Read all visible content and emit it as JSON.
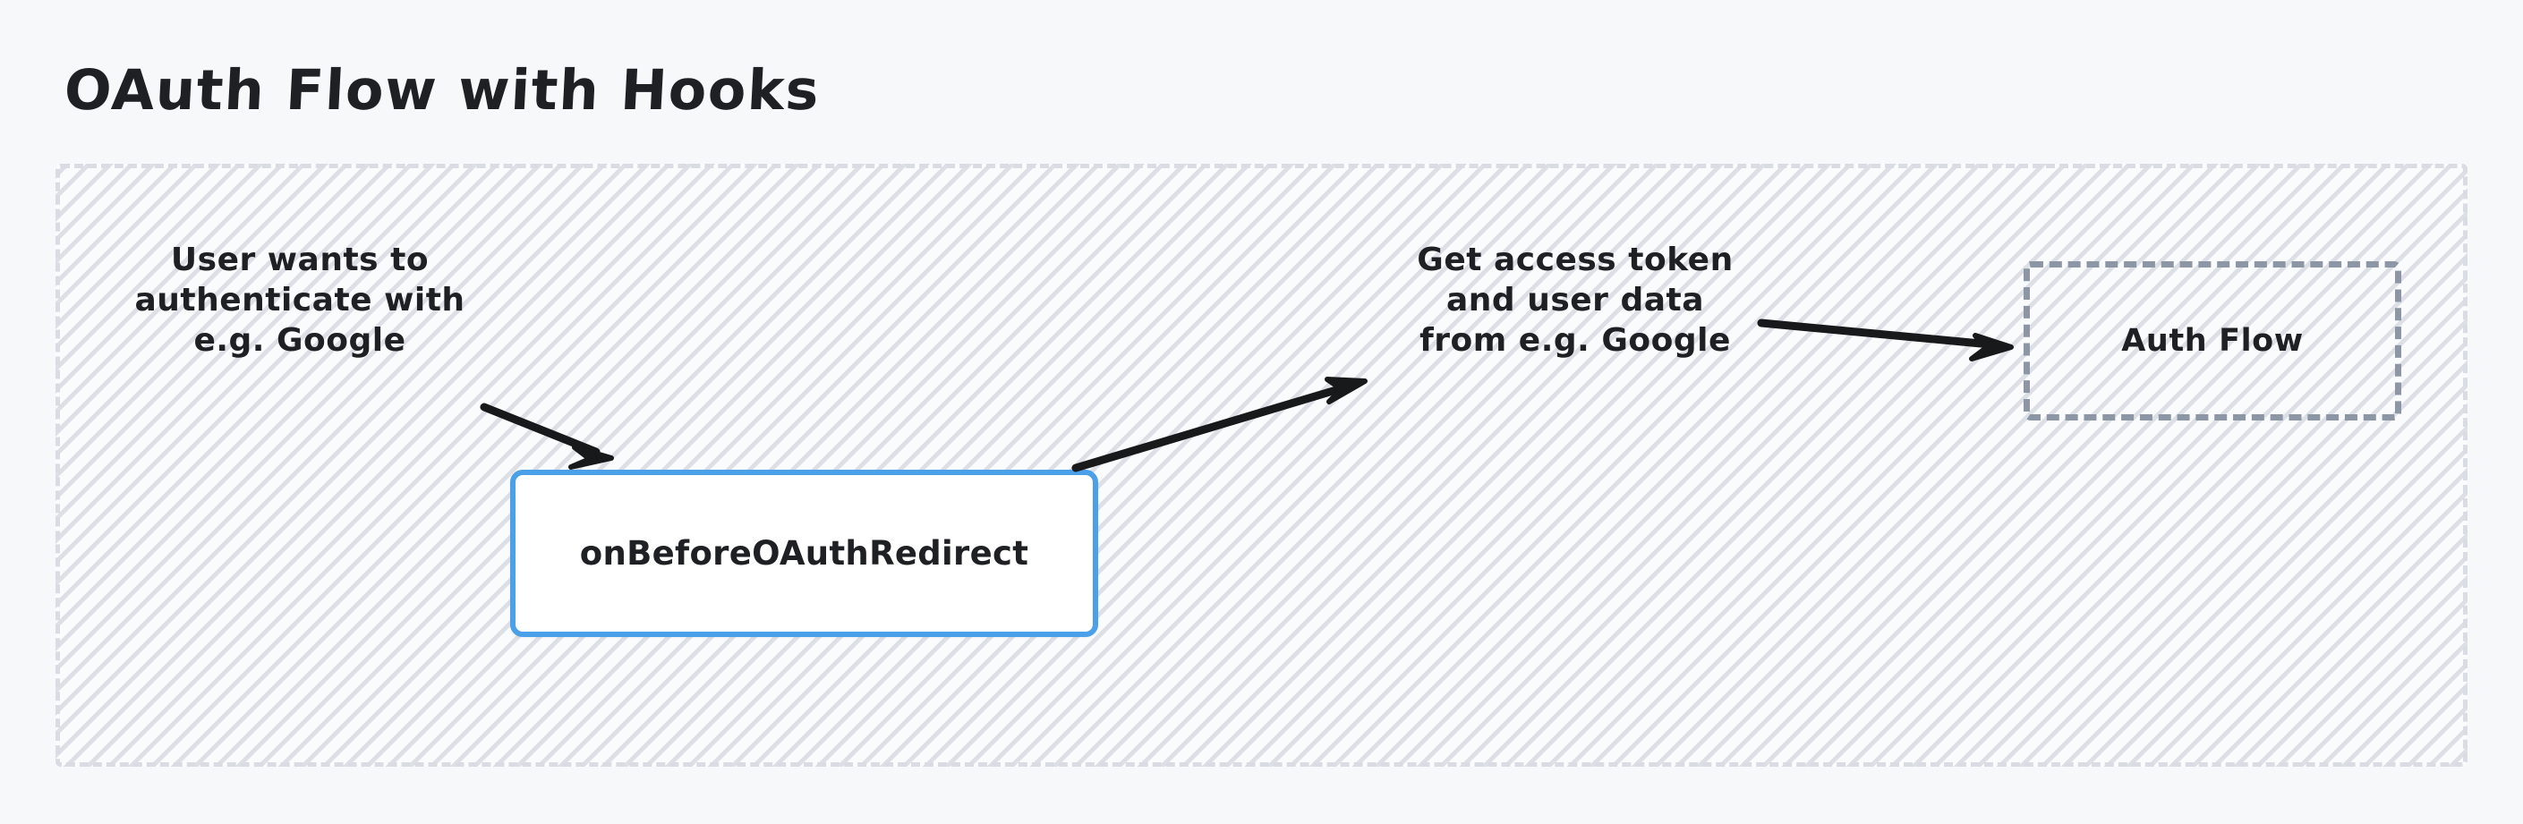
{
  "page": {
    "background_color": "#f7f8fa",
    "title": "OAuth Flow with Hooks"
  },
  "container": {
    "name": "flow-canvas",
    "border_style": "dashed",
    "border_color": "#d9dce2",
    "fill_pattern": "diagonal-hatch",
    "pattern_color": "#c4c9d2"
  },
  "nodes": [
    {
      "id": "hook-node",
      "label": "onBeforeOAuthRedirect",
      "style": "solid-rounded",
      "border_color": "#4ba0ea",
      "fill_color": "#ffffff",
      "text_color": "#1f2023"
    },
    {
      "id": "auth-flow-node",
      "label": "Auth Flow",
      "style": "dashed-rounded",
      "border_color": "#8d96a4",
      "fill_color": "transparent",
      "text_color": "#1f2023"
    }
  ],
  "labels": [
    {
      "id": "label-user-auth",
      "text": "User wants to\nauthenticate with\ne.g. Google"
    },
    {
      "id": "label-get-token",
      "text": "Get access token\nand user data\nfrom e.g. Google"
    }
  ],
  "arrows": [
    {
      "id": "arrow-user-to-hook",
      "from": "label-user-auth",
      "to": "hook-node",
      "color": "#18191b"
    },
    {
      "id": "arrow-hook-to-token",
      "from": "hook-node",
      "to": "label-get-token",
      "color": "#18191b"
    },
    {
      "id": "arrow-token-to-authflow",
      "from": "label-get-token",
      "to": "auth-flow-node",
      "color": "#18191b"
    }
  ]
}
